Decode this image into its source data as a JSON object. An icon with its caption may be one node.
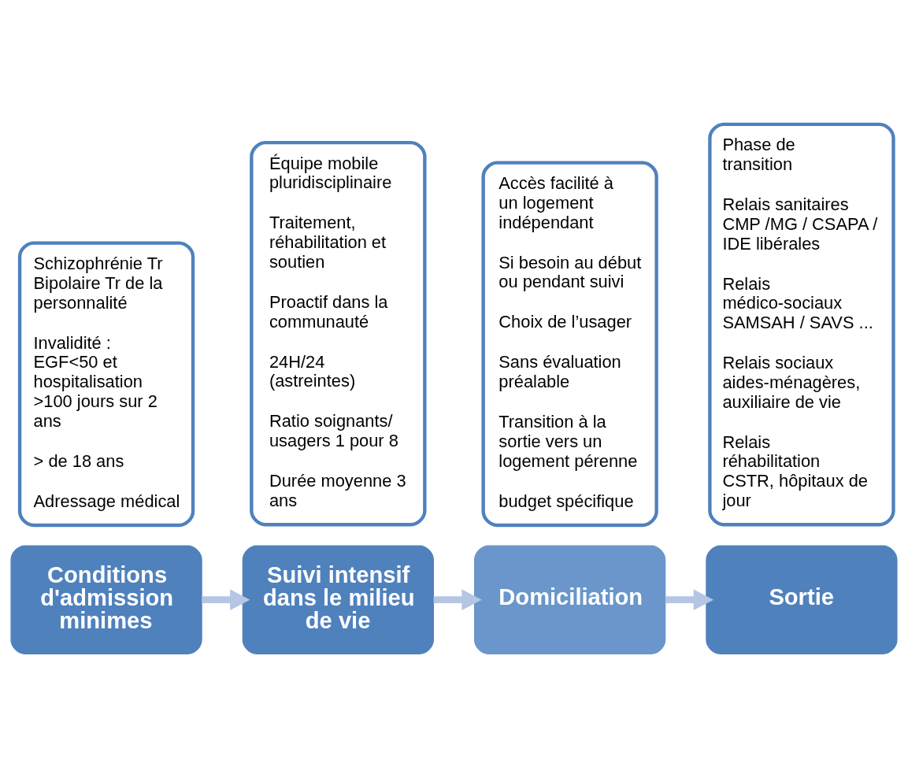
{
  "diagram": {
    "nodes": [
      {
        "text": [
          "Conditions d'admission minimes"
        ]
      },
      {
        "text": [
          "Schizophrénie Tr Bipolaire Tr de la personnalité",
          "Invalidité : EGF<50 et hospitalisation >100 jours sur 2 ans",
          "> de 18 ans",
          "Adressage médical"
        ]
      },
      {
        "text": [
          "Suivi intensif dans le milieu de vie"
        ]
      },
      {
        "text": [
          "Équipe mobile pluridisciplinaire",
          "Traitement, réhabilitation et soutien",
          "Proactif dans la communauté",
          "24H/24 (astreintes)",
          "Ratio soignants/ usagers 1 pour 8",
          "Durée moyenne 3 ans"
        ]
      },
      {
        "text": [
          "Domiciliation"
        ]
      },
      {
        "text": [
          "Accès facilité à un logement indépendant",
          "Si besoin au début ou pendant suivi",
          "Choix de l’usager",
          "Sans évaluation préalable",
          "Transition à la sortie vers un logement pérenne",
          "budget spécifique"
        ]
      },
      {
        "text": [
          "Sortie"
        ]
      },
      {
        "text": [
          "Phase de transition",
          "Relais sanitaires CMP /MG / CSAPA / IDE libérales",
          "Relais médico-sociaux SAMSAH / SAVS ...",
          "Relais sociaux aides-ménagères, auxiliaire de vie",
          "Relais réhabilitation CSTR, hôpitaux de jour"
        ]
      }
    ],
    "edges": [
      {
        "from": 0,
        "to": 2,
        "arrow": "to"
      },
      {
        "from": 2,
        "to": 4,
        "arrow": "to"
      },
      {
        "from": 4,
        "to": 6,
        "arrow": "to"
      }
    ]
  }
}
